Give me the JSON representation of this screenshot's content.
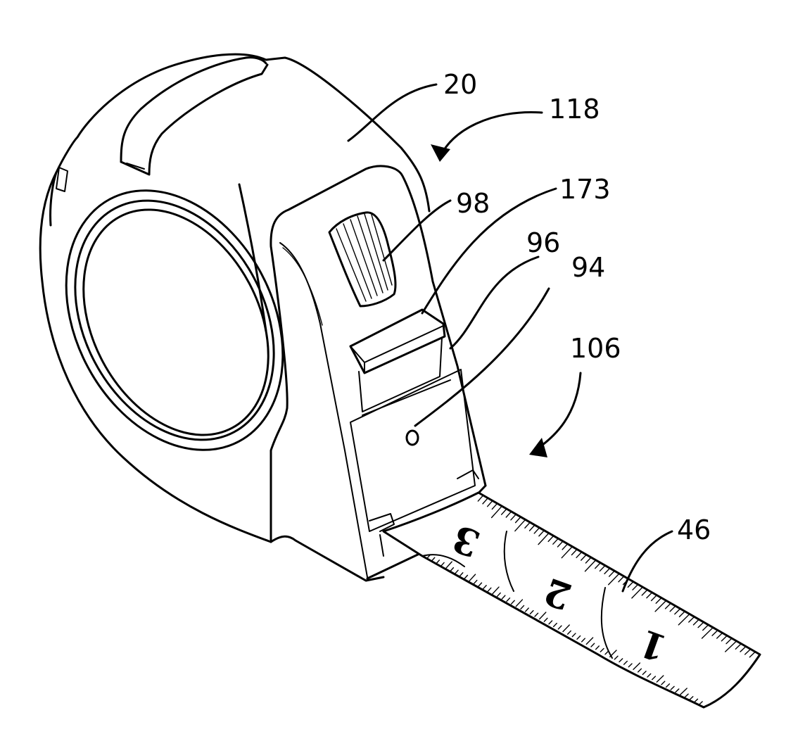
{
  "labels": {
    "housing": "20",
    "arrow_top": "118",
    "button": "98",
    "lever": "173",
    "slot": "96",
    "pin": "94",
    "arrow_mid": "106",
    "tape": "46"
  },
  "tape_numbers": [
    "3",
    "2",
    "1"
  ]
}
